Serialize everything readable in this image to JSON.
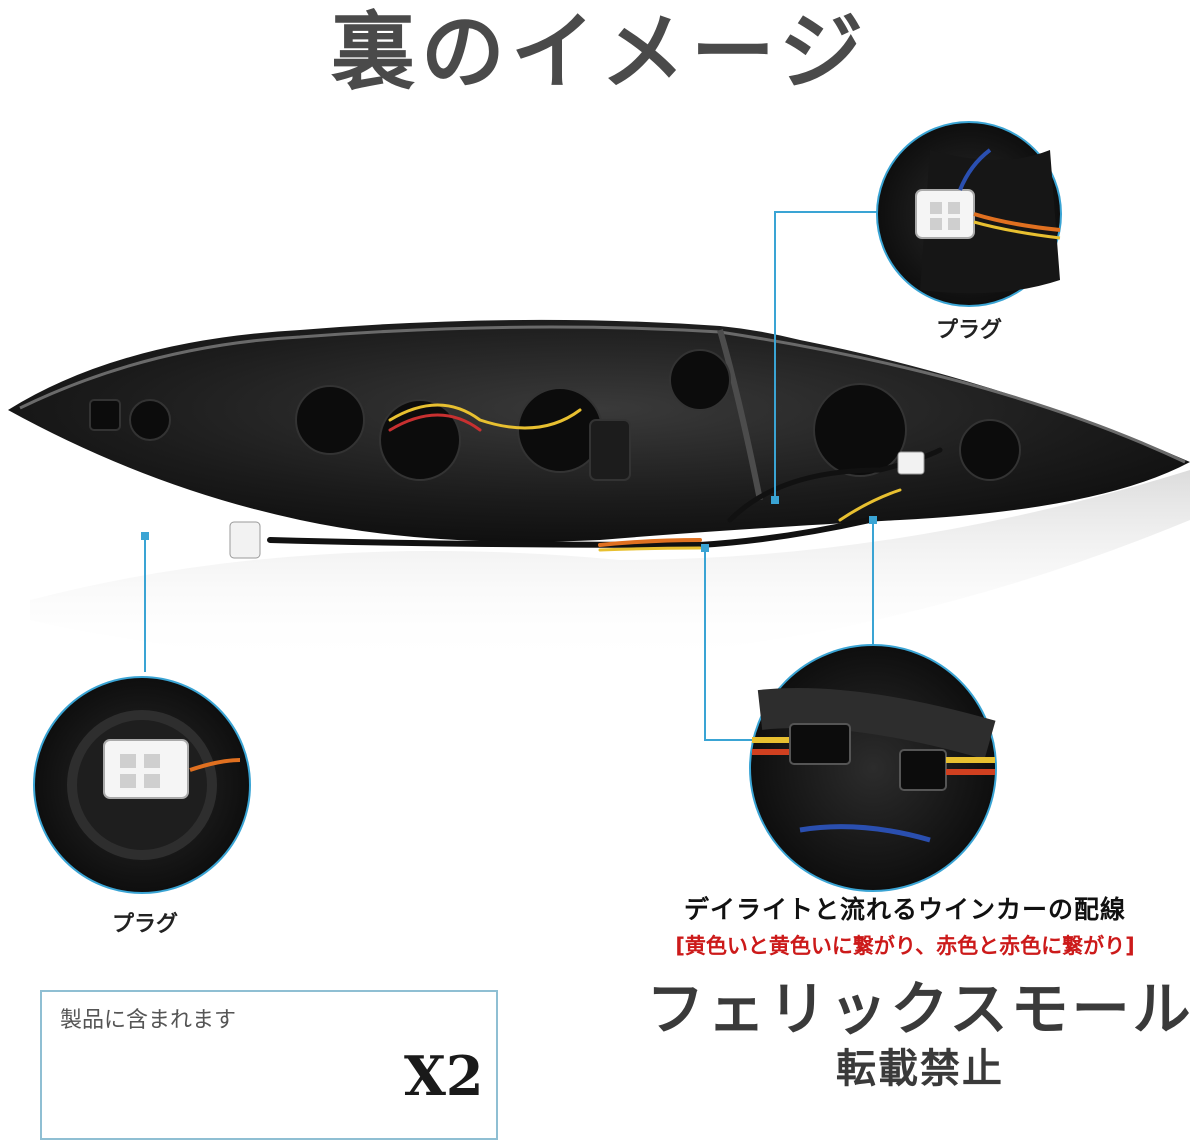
{
  "title": "裏のイメージ",
  "callouts": {
    "plug_right": "プラグ",
    "plug_left": "プラグ",
    "wiring_caption": "デイライトと流れるウインカーの配線",
    "wiring_note": "[黄色いと黄色いに繋がり、赤色と赤色に繋がり]"
  },
  "brand": "フェリックスモール",
  "notice": "転載禁止",
  "included": {
    "label": "製品に含まれます",
    "count": "X2"
  },
  "colors": {
    "callout_line": "#3aa4d4",
    "title": "#4a4a4a",
    "note_red": "#cc1a1a"
  }
}
